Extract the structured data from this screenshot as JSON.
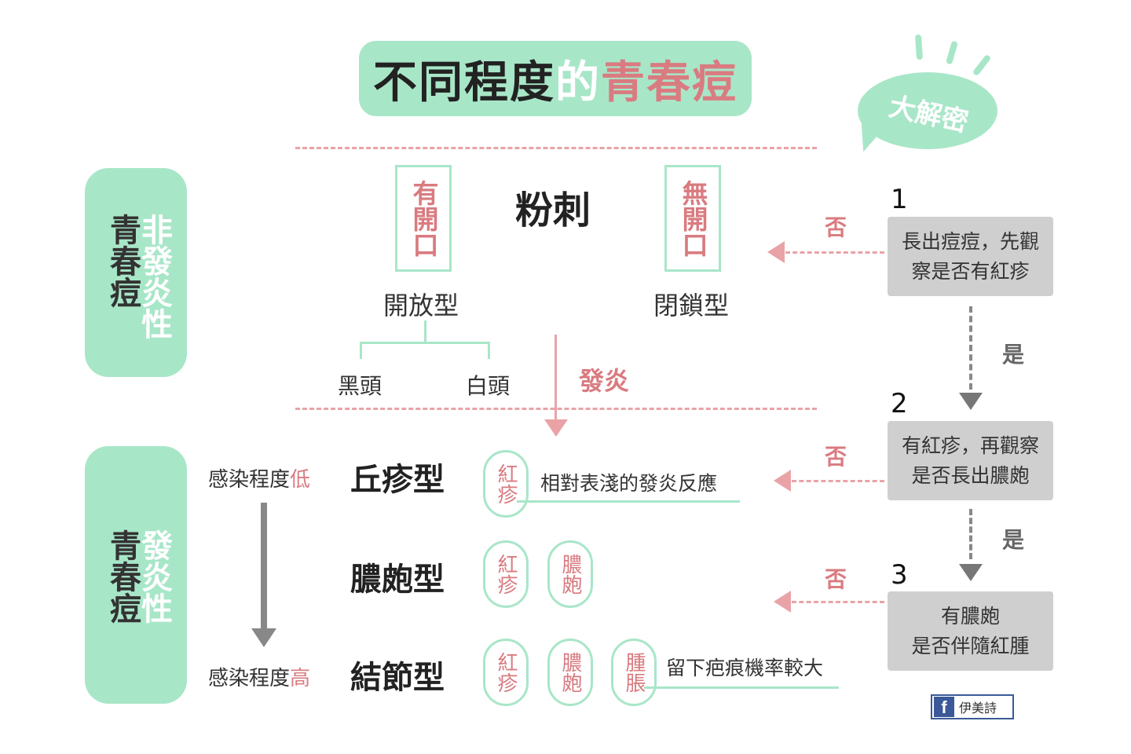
{
  "title": {
    "part1": "不同程度",
    "part2": "的",
    "part3": "青春痘"
  },
  "bubble": {
    "text": "大解密"
  },
  "non_inflammatory": {
    "label_black": "青春痘",
    "label_white": "非發炎性",
    "center_title": "粉刺",
    "open_badge": "有開口",
    "closed_badge": "無開口",
    "open_type": "開放型",
    "closed_type": "閉鎖型",
    "blackhead": "黑頭",
    "whitehead": "白頭",
    "inflame_label": "發炎"
  },
  "inflammatory": {
    "label_black": "青春痘",
    "label_white": "發炎性",
    "degree_low_prefix": "感染程度",
    "degree_low": "低",
    "degree_high_prefix": "感染程度",
    "degree_high": "高",
    "types": [
      {
        "name": "丘疹型",
        "caps": [
          "紅疹"
        ],
        "desc": "相對表淺的發炎反應"
      },
      {
        "name": "膿皰型",
        "caps": [
          "紅疹",
          "膿皰"
        ],
        "desc": ""
      },
      {
        "name": "結節型",
        "caps": [
          "紅疹",
          "膿皰",
          "腫脹"
        ],
        "desc": "留下疤痕機率較大"
      }
    ]
  },
  "flow": {
    "steps": [
      {
        "num": "1",
        "line1": "長出痘痘，先觀",
        "line2": "察是否有紅疹",
        "no": "否",
        "yes": "是"
      },
      {
        "num": "2",
        "line1": "有紅疹，再觀察",
        "line2": "是否長出膿皰",
        "no": "否",
        "yes": "是"
      },
      {
        "num": "3",
        "line1": "有膿皰",
        "line2": "是否伴隨紅腫",
        "no": "否"
      }
    ]
  },
  "credit": {
    "icon": "f",
    "name": "伊美詩"
  },
  "colors": {
    "mint": "#a8e6c8",
    "pink": "#d97b80",
    "gray_box": "#cfcfcf",
    "fb_blue": "#3b5998"
  }
}
